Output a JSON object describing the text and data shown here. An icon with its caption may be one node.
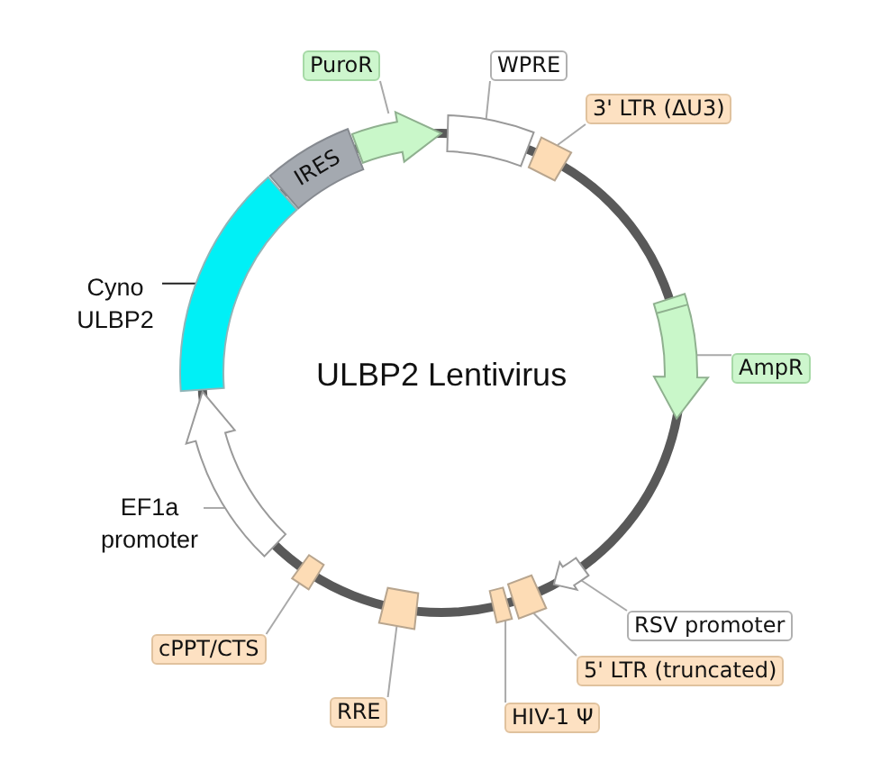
{
  "diagram": {
    "title": "ULBP2 Lentivirus",
    "nodes": [
      {
        "text": [
          "PuroR"
        ]
      },
      {
        "text": [
          "WPRE"
        ]
      },
      {
        "text": [
          "3' LTR (ΔU3)"
        ]
      },
      {
        "text": [
          "IRES"
        ]
      },
      {
        "text": [],
        "shape": "arrow"
      },
      {
        "text": [],
        "shape": "bar"
      },
      {
        "text": [],
        "shape": "box"
      },
      {
        "text": [
          "Cyno ULBP2"
        ]
      },
      {
        "text": [],
        "shape": "bar"
      },
      {
        "text": [],
        "shape": "arrow"
      },
      {
        "text": [
          "AmpR"
        ]
      },
      {
        "text": [
          "EF1a promoter"
        ]
      },
      {
        "text": [],
        "shape": "arrow"
      },
      {
        "text": [],
        "shape": "arrow"
      },
      {
        "text": [
          "RSV promoter"
        ]
      },
      {
        "text": [],
        "shape": "box"
      },
      {
        "text": [],
        "shape": "box"
      },
      {
        "text": [],
        "shape": "box"
      },
      {
        "text": [],
        "shape": "box"
      },
      {
        "text": [
          "cPPT/CTS"
        ]
      },
      {
        "text": [
          "5' LTR (truncated)"
        ]
      },
      {
        "text": [
          "RRE"
        ]
      },
      {
        "text": [
          "HIV-1 Ψ"
        ]
      }
    ],
    "edges": [
      {
        "from": 0,
        "to": 4,
        "arrow": "none"
      },
      {
        "from": 1,
        "to": 5,
        "arrow": "none"
      },
      {
        "from": 2,
        "to": 6,
        "arrow": "none"
      },
      {
        "from": 7,
        "to": 8,
        "arrow": "none",
        "color": "#222222"
      },
      {
        "from": 10,
        "to": 9,
        "arrow": "none"
      },
      {
        "from": 11,
        "to": 12,
        "arrow": "none"
      },
      {
        "from": 14,
        "to": 13,
        "arrow": "none"
      },
      {
        "from": 19,
        "to": 15,
        "arrow": "none"
      },
      {
        "from": 20,
        "to": 18,
        "arrow": "none"
      },
      {
        "from": 21,
        "to": 16,
        "arrow": "none"
      },
      {
        "from": 22,
        "to": 17,
        "arrow": "none"
      }
    ]
  }
}
